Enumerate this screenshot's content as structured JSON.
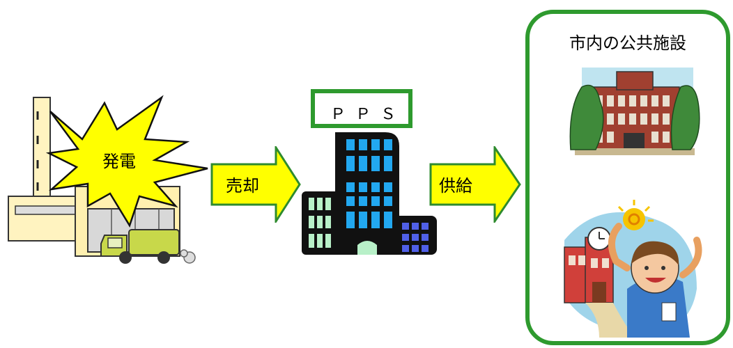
{
  "plant": {
    "burst_label": "発電"
  },
  "arrows": {
    "sell_label": "売却",
    "supply_label": "供給"
  },
  "pps": {
    "label": "ＰＰＳ"
  },
  "facilities": {
    "title": "市内の公共施設"
  },
  "colors": {
    "arrow_fill": "#ffff00",
    "arrow_stroke": "#2e8b2e",
    "frame_green": "#2e9a2e",
    "burst_fill": "#ffff00"
  }
}
